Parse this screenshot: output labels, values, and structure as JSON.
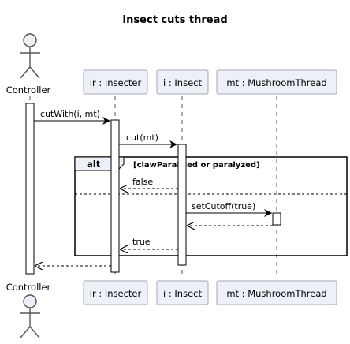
{
  "title": "Insect cuts thread",
  "participants": {
    "controller": "Controller",
    "insecter": "ir : Insecter",
    "insect": "i : Insect",
    "thread": "mt : MushroomThread"
  },
  "messages": {
    "m1": "cutWith(i, mt)",
    "m2": "cut(mt)",
    "m3": "false",
    "m4": "setCutoff(true)",
    "m5": "true"
  },
  "fragment": {
    "operator": "alt",
    "guard": "[clawParalized or paralyzed]"
  }
}
